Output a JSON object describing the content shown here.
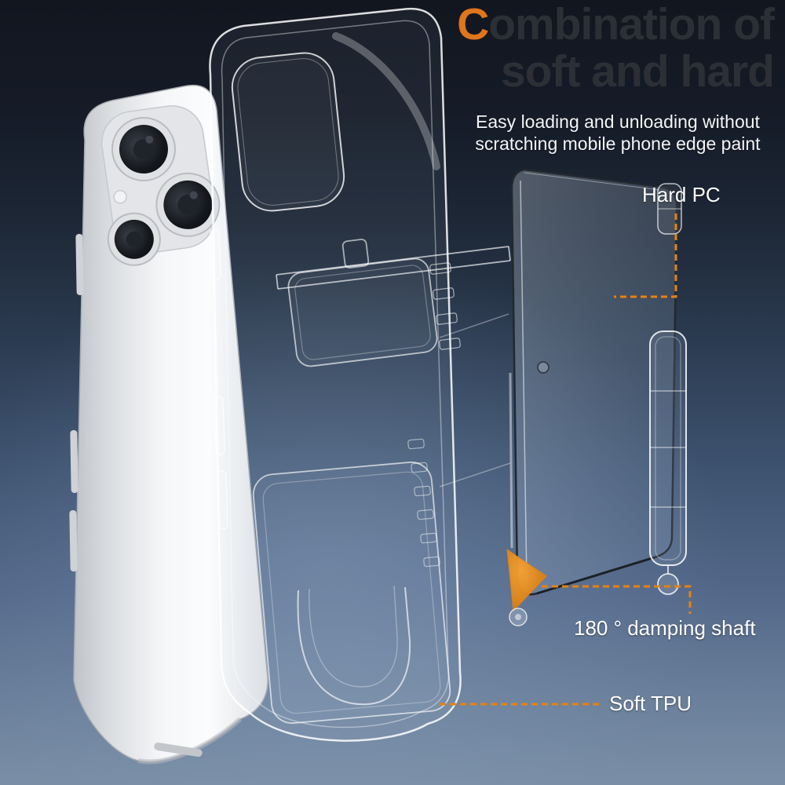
{
  "title": {
    "initial": "C",
    "line1_rest": "ombination of",
    "line2": "soft and hard"
  },
  "subtitle": {
    "line1": "Easy loading and unloading without",
    "line2": "scratching mobile phone edge paint"
  },
  "callouts": {
    "hard_pc": "Hard PC",
    "damping_shaft": "180 ° damping shaft",
    "soft_tpu": "Soft TPU"
  },
  "illustration": {
    "parts": [
      "iphone-back",
      "soft-tpu-frame",
      "card-holder-kickstand-frame",
      "hard-pc-back-plate",
      "damping-shaft-hinge"
    ]
  },
  "colors": {
    "accent_orange": "#E8820F",
    "title_text": "#2C3036",
    "title_initial": "#E0751B",
    "subtitle_text": "#F3F5F7",
    "callout_text": "#FFFFFF",
    "background_top": "#12161F",
    "background_bottom": "#7A8EA6"
  }
}
